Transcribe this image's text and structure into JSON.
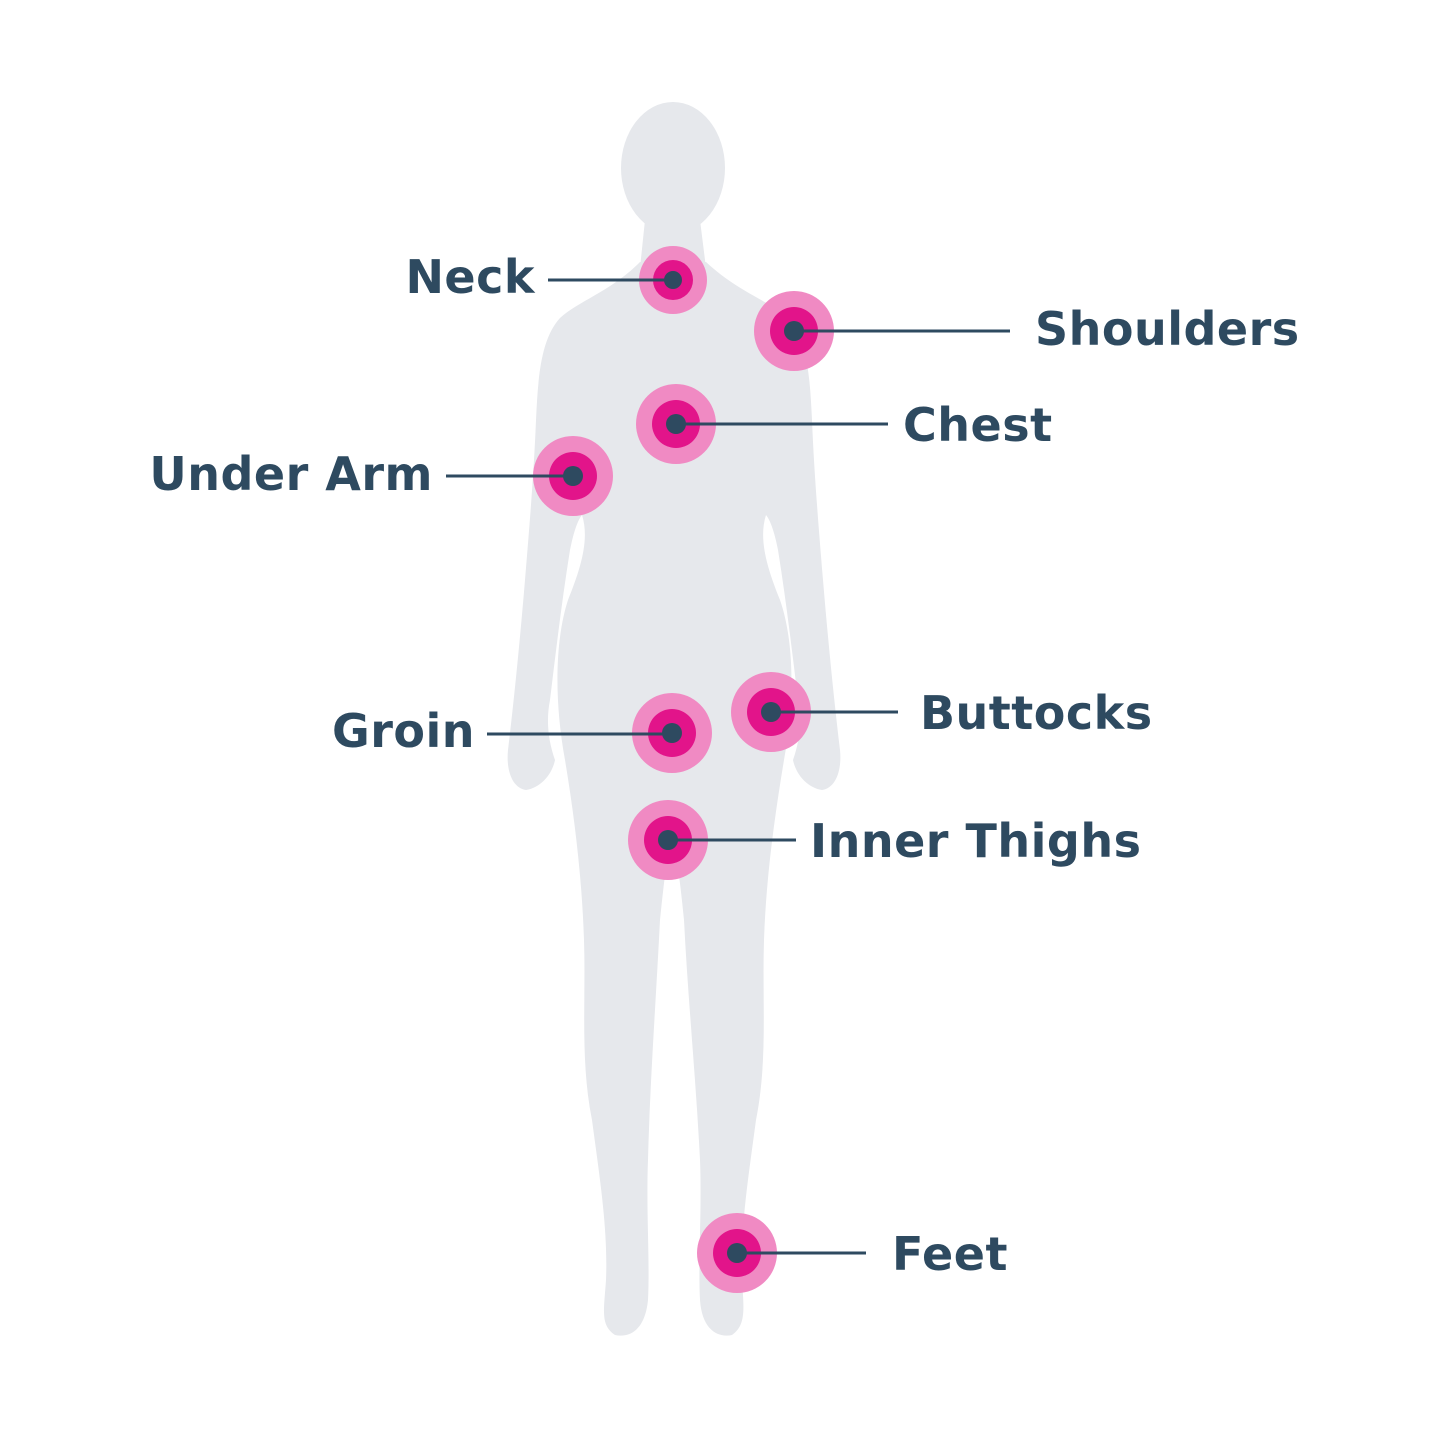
{
  "colors": {
    "body": "#e6e8ec",
    "outer_ring": "#f08ac3",
    "inner_ring": "#e2148a",
    "dot": "#2e4a60",
    "line": "#2e4a60",
    "text": "#2e4a60",
    "background": "#ffffff"
  },
  "labels": {
    "neck": "Neck",
    "shoulders": "Shoulders",
    "chest": "Chest",
    "under_arm": "Under Arm",
    "buttocks": "Buttocks",
    "groin": "Groin",
    "inner_thighs": "Inner Thighs",
    "feet": "Feet"
  }
}
